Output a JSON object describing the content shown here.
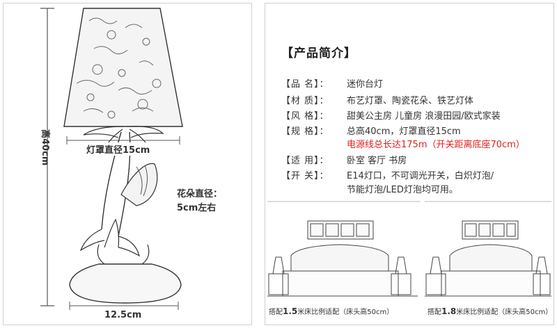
{
  "left": {
    "height_label": "高40cm",
    "shade_label": "灯罩直径15cm",
    "flower_label_1": "花朵直径：",
    "flower_label_2": "5cm左右",
    "base_label": "12.5cm"
  },
  "right": {
    "title": "【产品简介】",
    "specs": [
      {
        "label": "【品    名】：",
        "value": "迷你台灯"
      },
      {
        "label": "【材    质】：",
        "value": "布艺灯罩、陶瓷花朵、铁艺灯体"
      },
      {
        "label": "【风    格】：",
        "value": "甜美公主房  儿童房  浪漫田园/欧式家装"
      },
      {
        "label": "【规    格】：",
        "value": "总高40cm，灯罩直径15cm"
      },
      {
        "label": "",
        "value": "电源线总长达175m（开关距离底座70cm）"
      },
      {
        "label": "【适    用】：",
        "value": "卧室  客厅  书房"
      },
      {
        "label": "【开    关】：",
        "value": "E14灯口，不可调光开关，白炽灯泡/"
      },
      {
        "label": "",
        "value": "节能灯泡/LED灯泡均可用。"
      }
    ],
    "caption_1": {
      "pre": "搭配",
      "size": "1.5",
      "post": "米床比例适配（床头高50cm）"
    },
    "caption_2": {
      "pre": "搭配",
      "size": "1.8",
      "post": "米床比例适配（床头高50cm）"
    }
  }
}
